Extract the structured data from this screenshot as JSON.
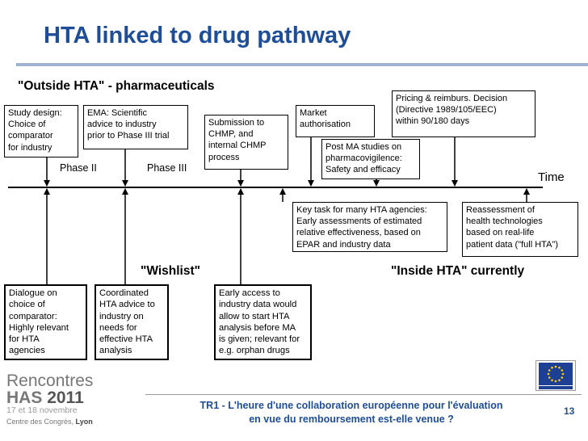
{
  "title": "HTA linked to drug pathway",
  "sections": {
    "outside": "\"Outside HTA\" - pharmaceuticals",
    "wishlist": "\"Wishlist\"",
    "inside": "\"Inside HTA\" currently"
  },
  "timeline": {
    "phase2": "Phase II",
    "phase3": "Phase III",
    "time": "Time"
  },
  "top_boxes": [
    {
      "text": "Study design:\nChoice of\ncomparator\nfor industry"
    },
    {
      "text": "EMA: Scientific\nadvice to industry\nprior to Phase III trial"
    },
    {
      "text": "Submission to\nCHMP, and\ninternal CHMP\nprocess"
    },
    {
      "text": "Market\nauthorisation"
    },
    {
      "text": "Pricing & reimburs. Decision\n(Directive 1989/105/EEC)\nwithin 90/180 days"
    },
    {
      "text": "Post MA studies on\npharmacovigilence:\nSafety and efficacy"
    }
  ],
  "mid_boxes": [
    {
      "text": "Key task for many HTA agencies:\nEarly assessments of estimated\nrelative effectiveness, based on\nEPAR and industry data"
    },
    {
      "text": "Reassessment of\nhealth technologies\nbased on real-life\npatient data (\"full HTA\")"
    }
  ],
  "wish_boxes": [
    {
      "text": "Dialogue on\nchoice of\ncomparator:\nHighly relevant\nfor HTA\nagencies"
    },
    {
      "text": "Coordinated\nHTA advice to\nindustry on\nneeds for\neffective HTA\nanalysis"
    },
    {
      "text": "Early access to\nindustry data would\nallow to start HTA\nanalysis before MA\nis given; relevant for\ne.g. orphan drugs"
    }
  ],
  "logo": {
    "line1": "Rencontres",
    "line2a": "HAS ",
    "line2b": "2011",
    "line3": "17 et 18 novembre",
    "line4a": "Centre des Congrès, ",
    "line4b": "Lyon"
  },
  "footer": {
    "line1": "TR1 - L'heure d'une collaboration européenne pour l'évaluation",
    "line2": "en vue du remboursement est-elle venue ?",
    "page": "13"
  },
  "colors": {
    "title": "#1f4e99",
    "title_rule": "#9fb2cf",
    "eu_flag": "#1d3f94",
    "eu_stars": "#ffcc00"
  }
}
